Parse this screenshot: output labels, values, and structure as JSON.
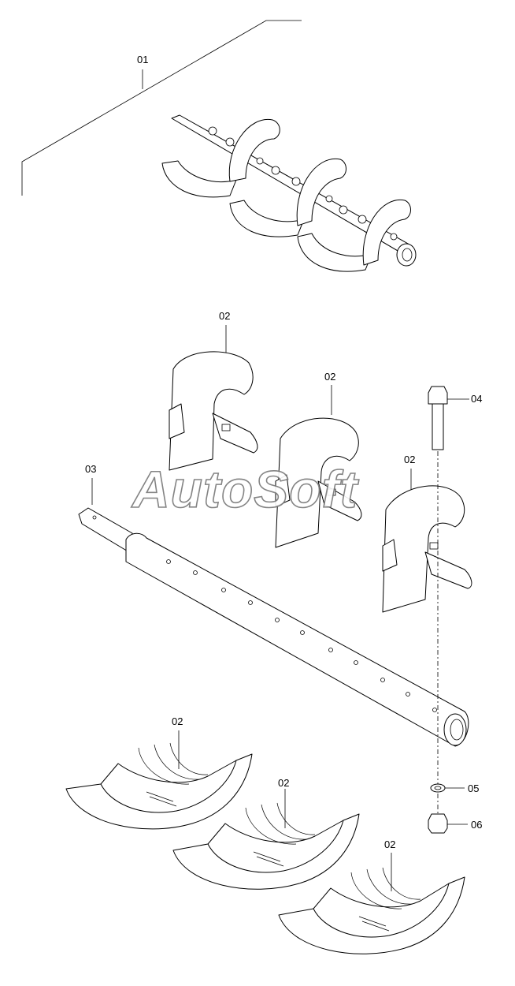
{
  "watermark": "AutoSoft",
  "callouts": [
    {
      "id": "01",
      "text": "01"
    },
    {
      "id": "02a",
      "text": "02"
    },
    {
      "id": "02b",
      "text": "02"
    },
    {
      "id": "02c",
      "text": "02"
    },
    {
      "id": "03",
      "text": "03"
    },
    {
      "id": "04",
      "text": "04"
    },
    {
      "id": "02d",
      "text": "02"
    },
    {
      "id": "02e",
      "text": "02"
    },
    {
      "id": "02f",
      "text": "02"
    },
    {
      "id": "05",
      "text": "05"
    },
    {
      "id": "06",
      "text": "06"
    }
  ],
  "parts": [
    {
      "name": "auger-assembly"
    },
    {
      "name": "auger-flight-segment"
    },
    {
      "name": "auger-shaft"
    },
    {
      "name": "bolt"
    },
    {
      "name": "washer"
    },
    {
      "name": "nut"
    }
  ]
}
